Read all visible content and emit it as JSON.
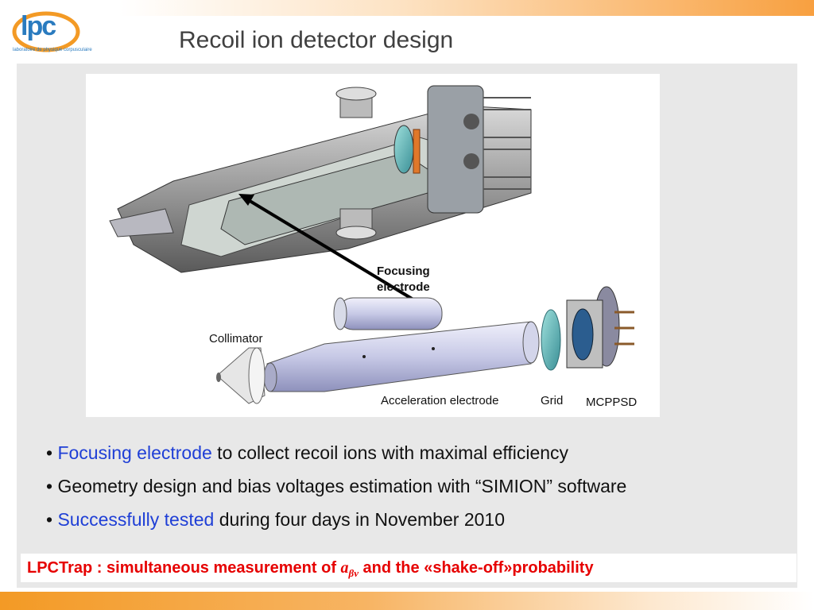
{
  "logo": {
    "text": "lpc",
    "subtitle": "laboratoire de physique corpusculaire",
    "accent": "#2a7bbf",
    "ring": "#f39a25"
  },
  "title": "Recoil ion detector design",
  "figure": {
    "labels": {
      "focusing_line1": "Focusing",
      "focusing_line2": "electrode",
      "collimator": "Collimator",
      "acceleration": "Acceleration electrode",
      "grid": "Grid",
      "mcppsd": "MCPPSD"
    }
  },
  "bullets": [
    {
      "marker": "•",
      "highlight": "Focusing electrode",
      "rest": " to collect recoil ions with maximal efficiency"
    },
    {
      "marker": "•",
      "highlight": "",
      "rest": "Geometry design and bias voltages estimation with “SIMION” software"
    },
    {
      "marker": "•",
      "highlight": "Successfully tested",
      "rest": " during four days in November 2010"
    }
  ],
  "conclusion": {
    "prefix": "LPCTrap : simultaneous measurement of ",
    "symbol": "a",
    "symbol_sub": "βν",
    "suffix": " and the «shake-off»probability",
    "color": "#e60000"
  },
  "colors": {
    "highlight": "#1f3fd6",
    "panel": "#e8e8e8"
  }
}
